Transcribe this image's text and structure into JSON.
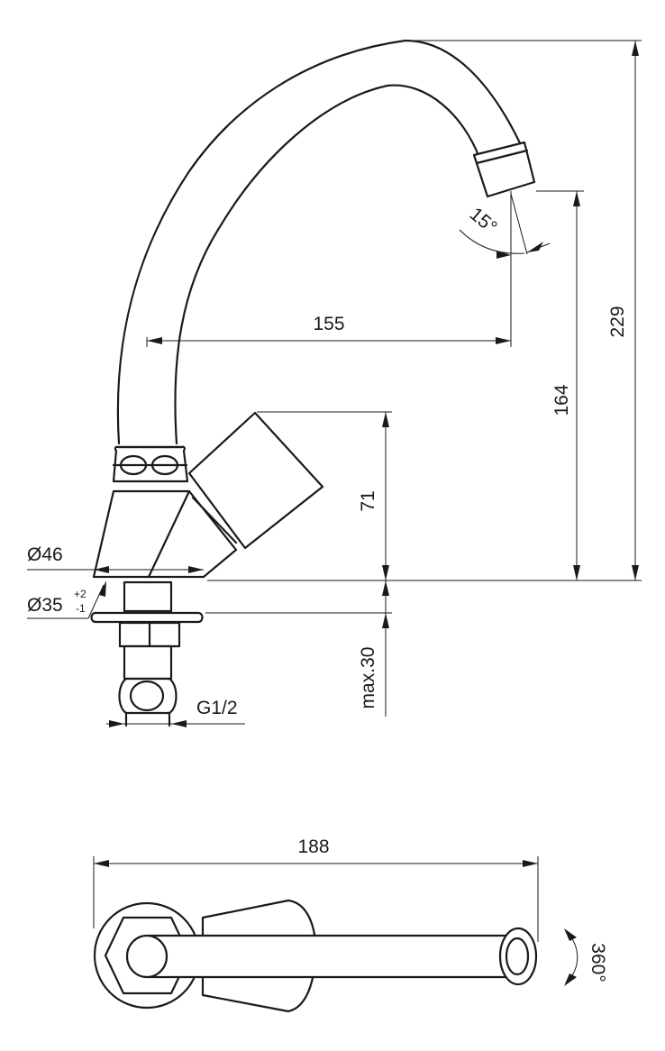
{
  "dimensions": {
    "height_total": "229",
    "height_outlet": "164",
    "spout_reach": "155",
    "handle_height": "71",
    "spout_angle": "15°",
    "base_diameter": "Ø46",
    "flange_diameter": "Ø35",
    "flange_tol_plus": "+2",
    "flange_tol_minus": "-1",
    "max_thickness": "max.30",
    "thread": "G1/2",
    "overall_length": "188",
    "rotation": "360°"
  }
}
